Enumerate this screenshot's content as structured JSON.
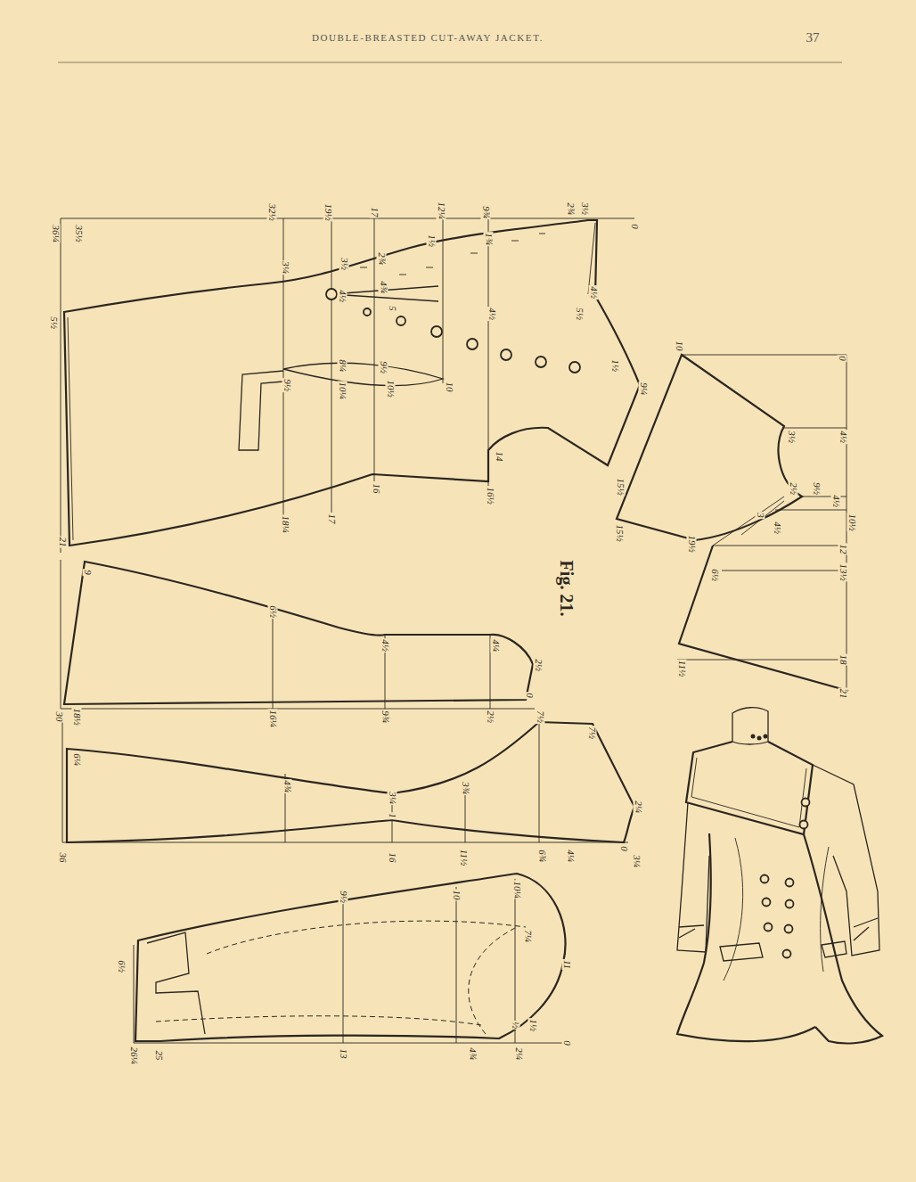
{
  "diagram": {
    "title": "DOUBLE-BREASTED CUT-AWAY JACKET.",
    "caption": "Fig. 21.",
    "labels": [
      "37",
      "36¼",
      "35½",
      "32½",
      "19½",
      "17",
      "12¼",
      "9¾",
      "2¾",
      "3½",
      "0",
      "3¼",
      "3½",
      "2¾",
      "1½",
      "1¾",
      "4½",
      "4¾",
      "5",
      "4½",
      "4½",
      "5½",
      "1½",
      "9¼",
      "15½",
      "14",
      "16½",
      "16",
      "17",
      "18¼",
      "21",
      "5½",
      "9½",
      "8¼",
      "9½",
      "10",
      "10¼",
      "10½",
      "10",
      "0",
      "4½",
      "3½",
      "2½",
      "9½",
      "4½",
      "10½",
      "3",
      "4½",
      "12",
      "13½",
      "18",
      "21",
      "15½",
      "19½",
      "6½",
      "11½",
      "9",
      "6½",
      "4½",
      "4¼",
      "2½",
      "0",
      "30",
      "18½",
      "16¼",
      "9¾",
      "2½",
      "7½",
      "7½",
      "6¼",
      "4¾",
      "3¼",
      "3¾",
      "1",
      "2¼",
      "36",
      "16",
      "11½",
      "6¾",
      "4¼",
      "0",
      "3¼",
      "6½",
      "9½",
      "10",
      "10¼",
      "7¼",
      "11",
      "½",
      "1½",
      "0",
      "26¼",
      "25",
      "13",
      "4¾",
      "2¼"
    ]
  }
}
